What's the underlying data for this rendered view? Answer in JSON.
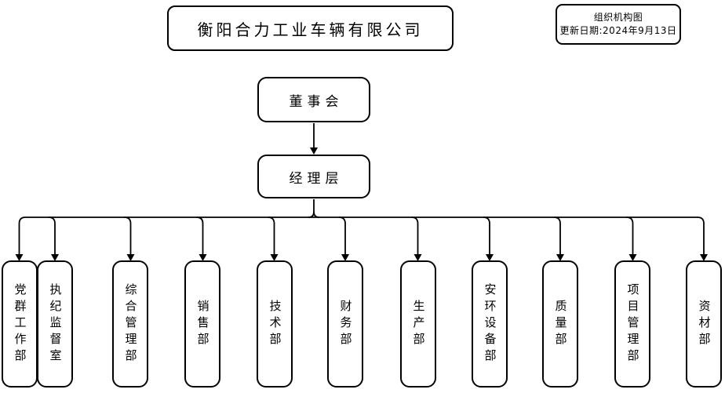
{
  "header": {
    "company_title": "衡阳合力工业车辆有限公司",
    "legend": {
      "title": "组织机构图",
      "update_date": "更新日期:2024年9月13日"
    }
  },
  "org": {
    "board": "董事会",
    "management": "经理层",
    "departments": [
      {
        "label": "党群工作部"
      },
      {
        "label": "执纪监督室"
      },
      {
        "label": "综合管理部"
      },
      {
        "label": "销售部"
      },
      {
        "label": "技术部"
      },
      {
        "label": "财务部"
      },
      {
        "label": "生产部"
      },
      {
        "label": "安环设备部"
      },
      {
        "label": "质量部"
      },
      {
        "label": "项目管理部"
      },
      {
        "label": "资材部"
      }
    ]
  },
  "colors": {
    "line": "#000000",
    "background": "#ffffff",
    "text": "#000000"
  }
}
